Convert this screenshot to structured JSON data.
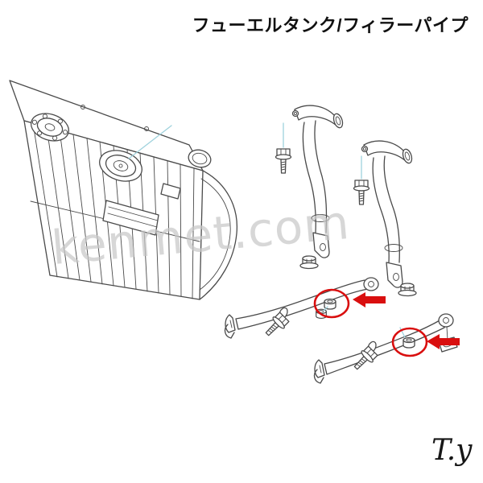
{
  "page": {
    "title": "フューエルタンク/フィラーパイプ",
    "watermark": "kenmet.com",
    "logo_signature": "T.y"
  },
  "diagram": {
    "colors": {
      "line": "#4a4a4a",
      "leader": "#9fd2dd",
      "highlight": "#d90f0f",
      "watermark": "#c9c9c9"
    },
    "parts": {
      "fuel_tank": "fuel-tank",
      "filler_pipe_1": "filler-pipe-front",
      "filler_pipe_2": "filler-pipe-rear",
      "tank_strap_1": "tank-strap-front",
      "tank_strap_2": "tank-strap-rear",
      "grommet_1": "highlighted-grommet-1",
      "grommet_2": "highlighted-grommet-2"
    },
    "annotations": {
      "highlight_circles": 2,
      "arrows": 2,
      "arrow_direction": "left"
    }
  }
}
